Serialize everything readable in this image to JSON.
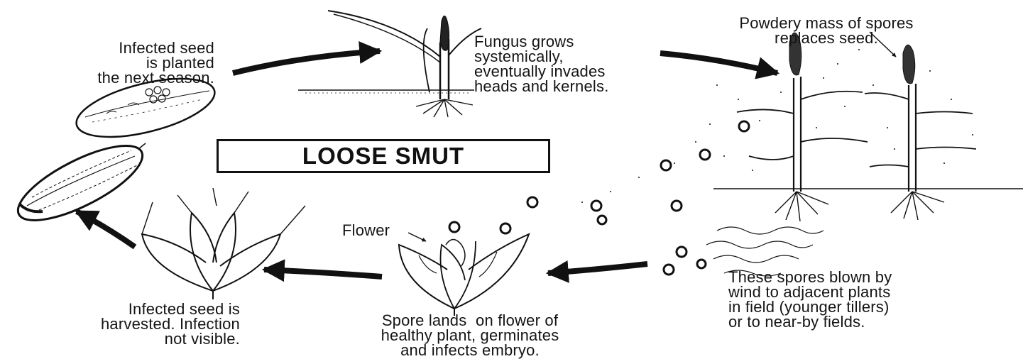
{
  "title": "LOOSE SMUT",
  "stages": {
    "planted": "Infected seed\nis planted\nthe next season.",
    "grows": "Fungus grows\nsystemically,\neventually invades\nheads and kernels.",
    "spores_replace": "Powdery mass of spores\nreplaces seed.",
    "wind": "These spores blown by\nwind to adjacent plants\nin field (younger tillers)\nor to near-by fields.",
    "lands": "Spore lands  on flower of\nhealthy plant, germinates\nand infects embryo.",
    "flower_label": "Flower",
    "harvested": "Infected seed is\nharvested. Infection\nnot visible."
  },
  "colors": {
    "ink": "#111111",
    "background": "#ffffff"
  }
}
